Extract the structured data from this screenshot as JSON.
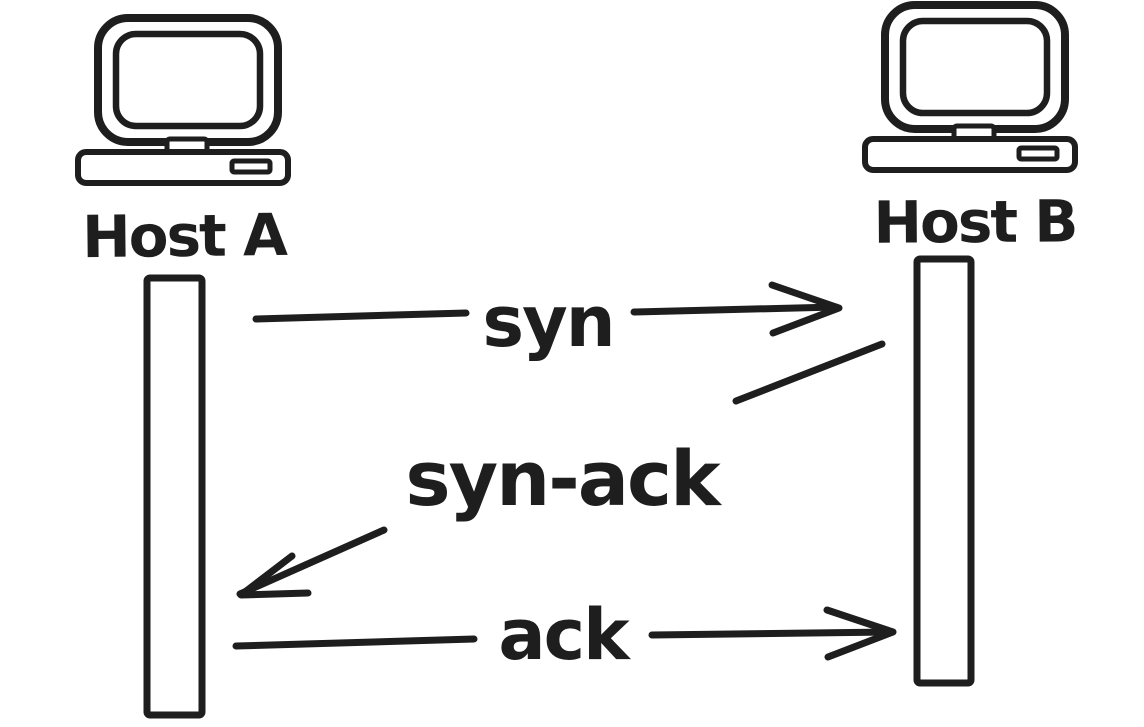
{
  "canvas": {
    "background_color": "#ffffff",
    "ink_color": "#1e1e1e"
  },
  "hosts": {
    "a": {
      "label": "Host A",
      "icon": "computer-icon"
    },
    "b": {
      "label": "Host B",
      "icon": "computer-icon"
    }
  },
  "messages": {
    "syn": {
      "label": "syn",
      "from": "Host A",
      "to": "Host B",
      "direction": "right"
    },
    "syn_ack": {
      "label": "syn-ack",
      "from": "Host B",
      "to": "Host A",
      "direction": "left"
    },
    "ack": {
      "label": "ack",
      "from": "Host A",
      "to": "Host B",
      "direction": "right"
    }
  }
}
